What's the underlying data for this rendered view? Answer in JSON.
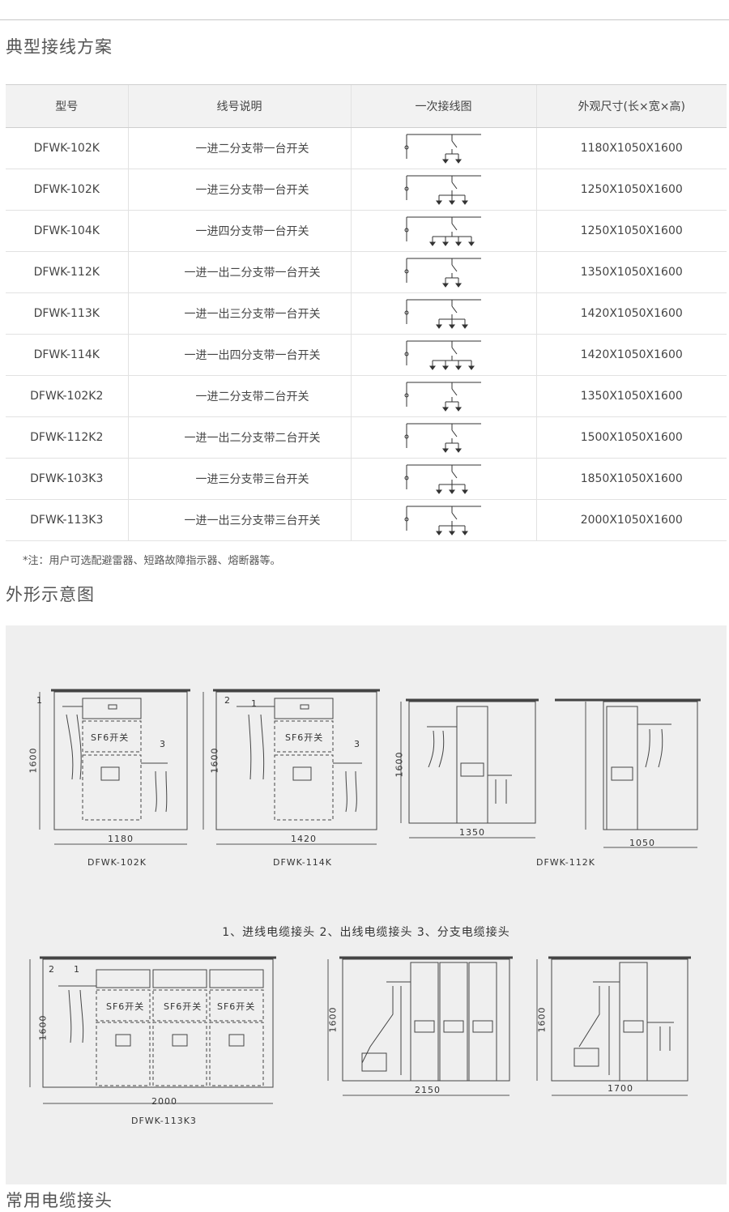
{
  "sections": {
    "wiring_title": "典型接线方案",
    "outline_title": "外形示意图",
    "cable_title": "常用电缆接头"
  },
  "table": {
    "headers": [
      "型号",
      "线号说明",
      "一次接线图",
      "外观尺寸(长×宽×高)"
    ],
    "rows": [
      {
        "model": "DFWK-102K",
        "desc": "一进二分支带一台开关",
        "dim": "1180X1050X1600"
      },
      {
        "model": "DFWK-102K",
        "desc": "一进三分支带一台开关",
        "dim": "1250X1050X1600"
      },
      {
        "model": "DFWK-104K",
        "desc": "一进四分支带一台开关",
        "dim": "1250X1050X1600"
      },
      {
        "model": "DFWK-112K",
        "desc": "一进一出二分支带一台开关",
        "dim": "1350X1050X1600"
      },
      {
        "model": "DFWK-113K",
        "desc": "一进一出三分支带一台开关",
        "dim": "1420X1050X1600"
      },
      {
        "model": "DFWK-114K",
        "desc": "一进一出四分支带一台开关",
        "dim": "1420X1050X1600"
      },
      {
        "model": "DFWK-102K2",
        "desc": "一进二分支带二台开关",
        "dim": "1350X1050X1600"
      },
      {
        "model": "DFWK-112K2",
        "desc": "一进一出二分支带二台开关",
        "dim": "1500X1050X1600"
      },
      {
        "model": "DFWK-103K3",
        "desc": "一进三分支带三台开关",
        "dim": "1850X1050X1600"
      },
      {
        "model": "DFWK-113K3",
        "desc": "一进一出三分支带三台开关",
        "dim": "2000X1050X1600"
      }
    ],
    "note": "*注：用户可选配避雷器、短路故障指示器、熔断器等。"
  },
  "drawings": {
    "legend": "1、进线电缆接头  2、出线电缆接头  3、分支电缆接头",
    "switch_label": "SF6开关",
    "height_dim": "1600",
    "callouts": {
      "c1": "1",
      "c2": "2",
      "c3": "3"
    },
    "items": [
      {
        "name": "DFWK-102K",
        "width": "1180"
      },
      {
        "name": "DFWK-114K",
        "width": "1420"
      },
      {
        "name": "DFWK-112K",
        "width": "1350",
        "side": "1050"
      },
      {
        "name": "DFWK-113K3",
        "width": "2000"
      },
      {
        "name": "",
        "width": "2150"
      },
      {
        "name": "",
        "width": "1700"
      }
    ]
  }
}
